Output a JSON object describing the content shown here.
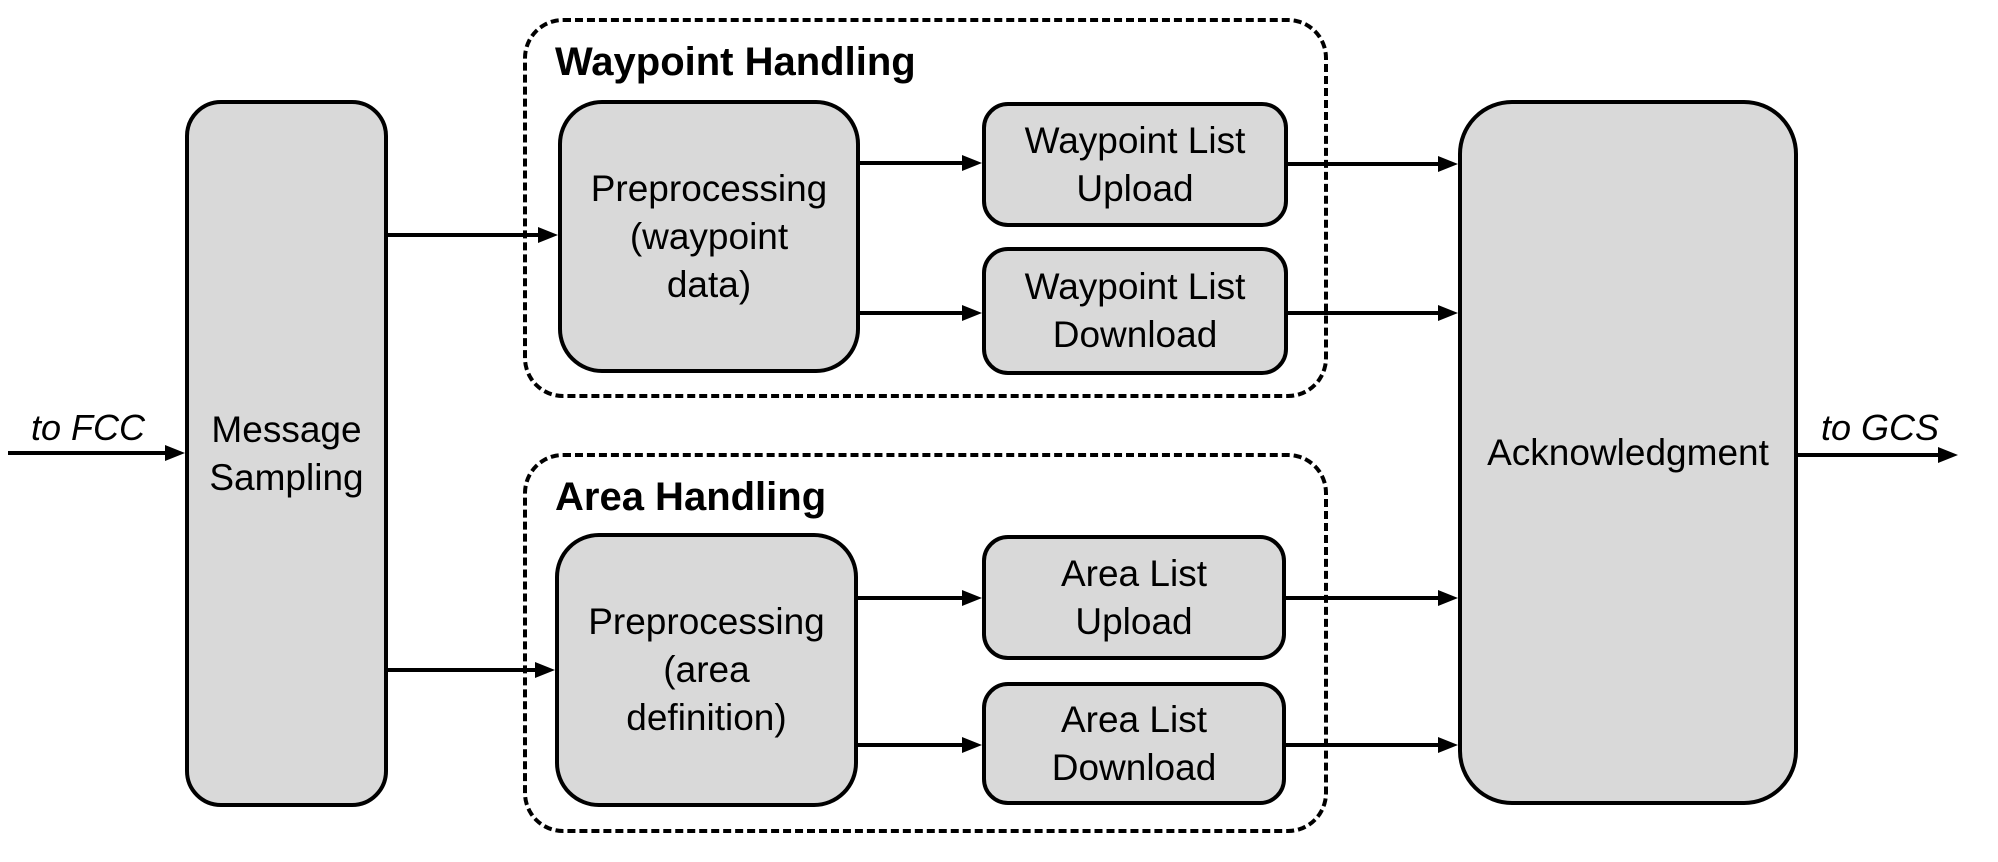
{
  "io": {
    "input_label": "to FCC",
    "output_label": "to GCS"
  },
  "groups": {
    "waypoint": {
      "label": "Waypoint Handling"
    },
    "area": {
      "label": "Area Handling"
    }
  },
  "nodes": {
    "message_sampling": {
      "label": "Message\nSampling"
    },
    "waypoint_preprocessing": {
      "label": "Preprocessing\n(waypoint\ndata)"
    },
    "waypoint_list_upload": {
      "label": "Waypoint List\nUpload"
    },
    "waypoint_list_download": {
      "label": "Waypoint List\nDownload"
    },
    "area_preprocessing": {
      "label": "Preprocessing\n(area\ndefinition)"
    },
    "area_list_upload": {
      "label": "Area List\nUpload"
    },
    "area_list_download": {
      "label": "Area List\nDownload"
    },
    "acknowledgment": {
      "label": "Acknowledgment"
    }
  },
  "colors": {
    "node_fill": "#d9d9d9",
    "stroke": "#000000",
    "background": "#ffffff"
  }
}
